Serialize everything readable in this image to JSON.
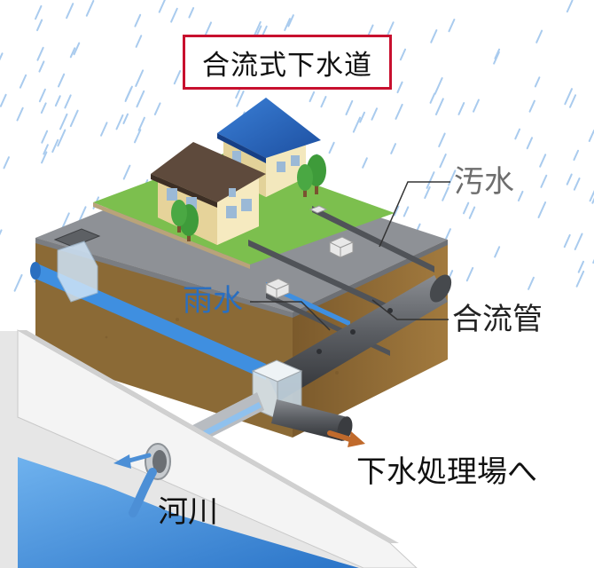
{
  "title": "合流式下水道",
  "labels": {
    "sewage": "汚水",
    "rainwater": "雨水",
    "combined_pipe": "合流管",
    "to_treatment_plant": "下水処理場へ",
    "river": "河川"
  },
  "colors": {
    "title_border": "#c8102e",
    "rain": "#9ec3ea",
    "water": "#3f8fe0",
    "pipe": "#5b5e63",
    "soil": "#8b6a36",
    "road": "#8e9196",
    "grass": "#7cbf4e",
    "flow_arrow": "#c06a2c"
  }
}
